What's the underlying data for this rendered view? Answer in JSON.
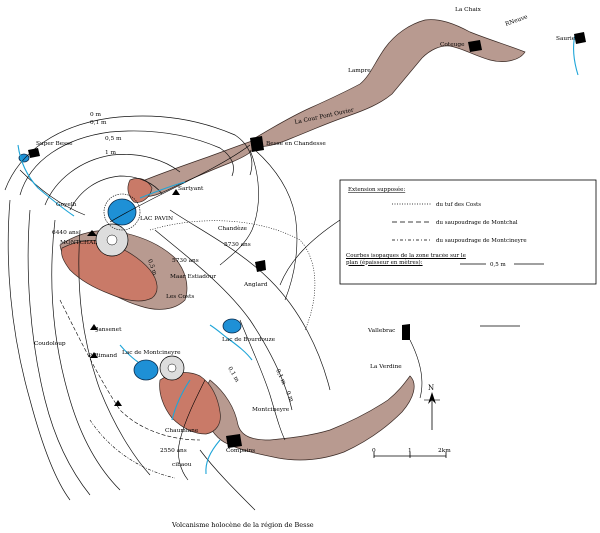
{
  "title": "Volcanisme holocène de la région de Besse",
  "colors": {
    "flow_light": "#b89a90",
    "flow_dark": "#c97a68",
    "lake": "#1e90d6",
    "river": "#1ea5d8"
  },
  "places": {
    "la_chaix": "La Chaix",
    "rneuve": "RNeuve",
    "coteuge": "Coteuge",
    "saurier": "Saurier",
    "lampre": "Lampre",
    "la_cour_pont_ouvier": "La Cour Pont Ouvier",
    "besse": "Besse en Chandesse",
    "super_besse": "Super Besse",
    "sartyant": "Sartyant",
    "goyelh": "Goyelh",
    "lac_pavin": "LAC PAVIN",
    "montchal": "MONTCHAL",
    "chandeze": "Chandèze",
    "anglard": "Anglard",
    "maar_estiadour": "Maar Estiadour",
    "les_costs": "Les Costs",
    "jansenet": "Jansenet",
    "coudoloup": "Coudoloup",
    "p_rimand": "P. Rimand",
    "lac_montcineyre": "Lac de Montcineyre",
    "lac_bourdouze": "Lac de Bourdouze",
    "montcineyre": "Montcineyre",
    "chaumiane": "Chaumiane",
    "compains": "Compains",
    "cibaou": "cibaou",
    "vallebrac": "Vallebrac",
    "la_verdine": "La Verdine"
  },
  "ages": {
    "goyelh": "6440 ans",
    "chandeze": "5730 ans",
    "estiadour": "5730 ans",
    "cibaou": "2550 ans"
  },
  "contours": {
    "c0_top": "0 m",
    "c01_top": "0,1 m",
    "c05": "0,5 m",
    "c1": "1 m",
    "c01_a": "0,1 m",
    "c01_b": "0,1 m",
    "c0_c": "0 m",
    "c05_b": "0,5 m"
  },
  "legend": {
    "title": "Extension supposée:",
    "items": [
      "du tuf des Costs",
      "du saupoudrage de Montchal",
      "du saupoudrage de Montcineyre"
    ],
    "isopach_label": "Courbes isopaques de la zone tracée sur le plan (épaisseur en mètres):",
    "isopach_value": "0,5 m"
  },
  "north": "N",
  "scale": {
    "start": "0",
    "mid": "1",
    "end": "2km"
  }
}
